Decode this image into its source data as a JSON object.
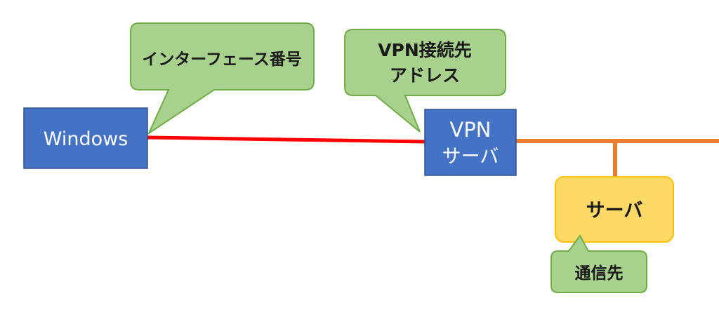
{
  "nodes": {
    "windows": {
      "label": "Windows"
    },
    "vpn_server": {
      "line1": "VPN",
      "line2": "サーバ"
    },
    "server": {
      "label": "サーバ"
    }
  },
  "callouts": {
    "interface_number": {
      "label": "インターフェース番号"
    },
    "vpn_address": {
      "line1": "VPN接続先",
      "line2": "アドレス"
    },
    "destination": {
      "label": "通信先"
    }
  },
  "colors": {
    "node_fill": "#4472c4",
    "node_stroke": "#2f528f",
    "callout_fill": "#a9d18e",
    "callout_stroke": "#70ad47",
    "server_fill": "#ffd966",
    "server_stroke": "#ffc000",
    "red_link": "#ff0000",
    "orange_link": "#ed7d31"
  }
}
